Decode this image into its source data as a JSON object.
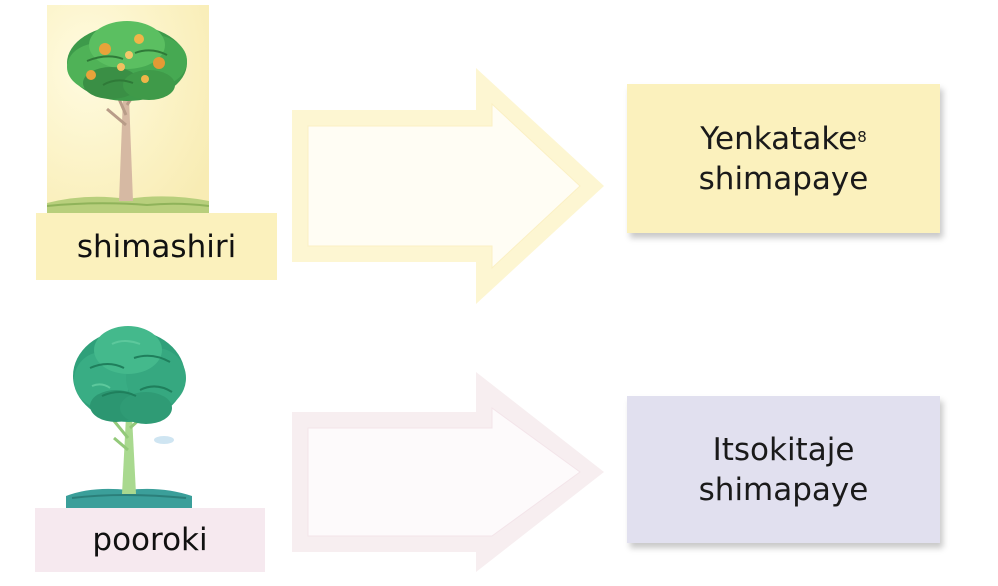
{
  "rows": [
    {
      "label": "shimashiri",
      "result_line1": "Yenkatake",
      "result_sup": "8",
      "result_line2": "shimapaye"
    },
    {
      "label": "pooroki",
      "result_line1": "Itsokitaje",
      "result_sup": "",
      "result_line2": "shimapaye"
    }
  ],
  "colors": {
    "yellow_panel": "#fbf1bd",
    "yellow_arrow": "#fdf6d2",
    "pink_panel": "#f6e9ef",
    "pink_arrow": "#f7eef0",
    "lavender_panel": "#e1e0ef"
  }
}
